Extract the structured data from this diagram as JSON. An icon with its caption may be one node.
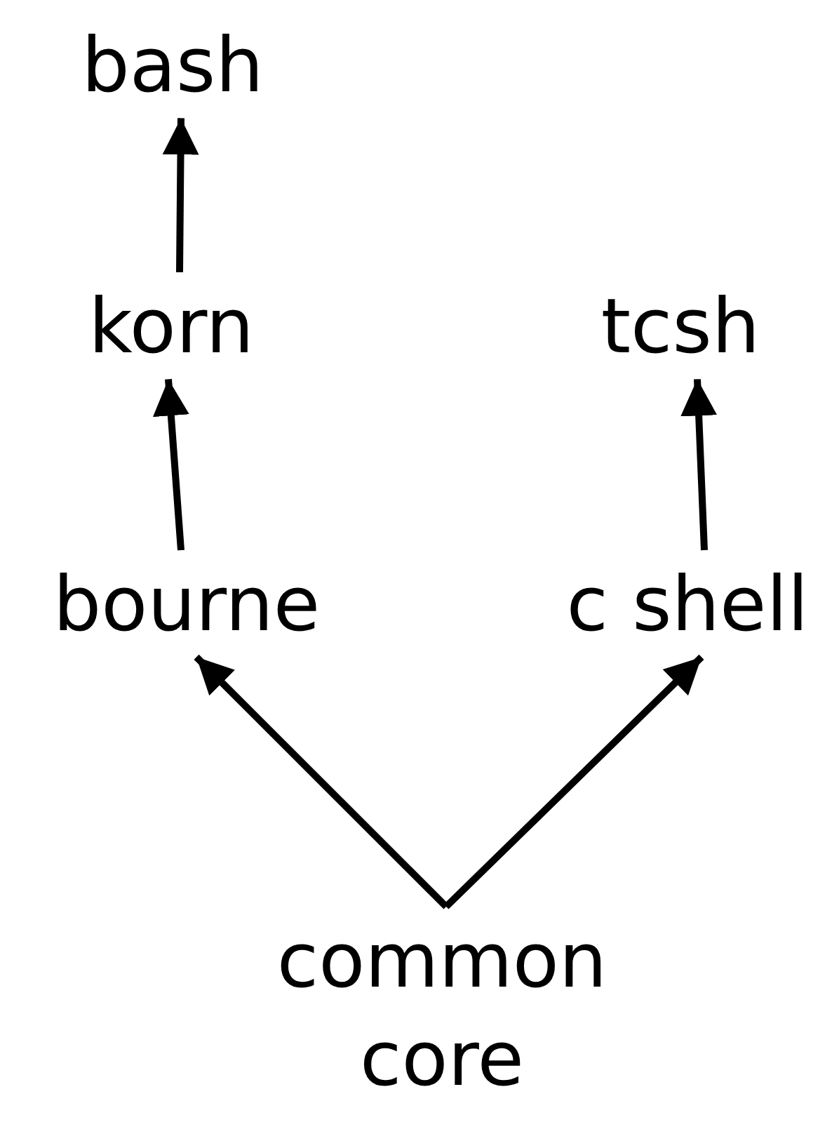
{
  "diagram": {
    "nodes": [
      {
        "text": [
          "bash"
        ]
      },
      {
        "text": [
          "korn"
        ]
      },
      {
        "text": [
          "tcsh"
        ]
      },
      {
        "text": [
          "bourne"
        ]
      },
      {
        "text": [
          "c shell"
        ]
      },
      {
        "text": [
          "common core"
        ]
      }
    ],
    "edges": [
      {
        "from": 1,
        "to": 0,
        "arrow": "to"
      },
      {
        "from": 3,
        "to": 1,
        "arrow": "to"
      },
      {
        "from": 4,
        "to": 2,
        "arrow": "to"
      },
      {
        "from": 5,
        "to": 3,
        "arrow": "to"
      },
      {
        "from": 5,
        "to": 4,
        "arrow": "to"
      }
    ]
  }
}
